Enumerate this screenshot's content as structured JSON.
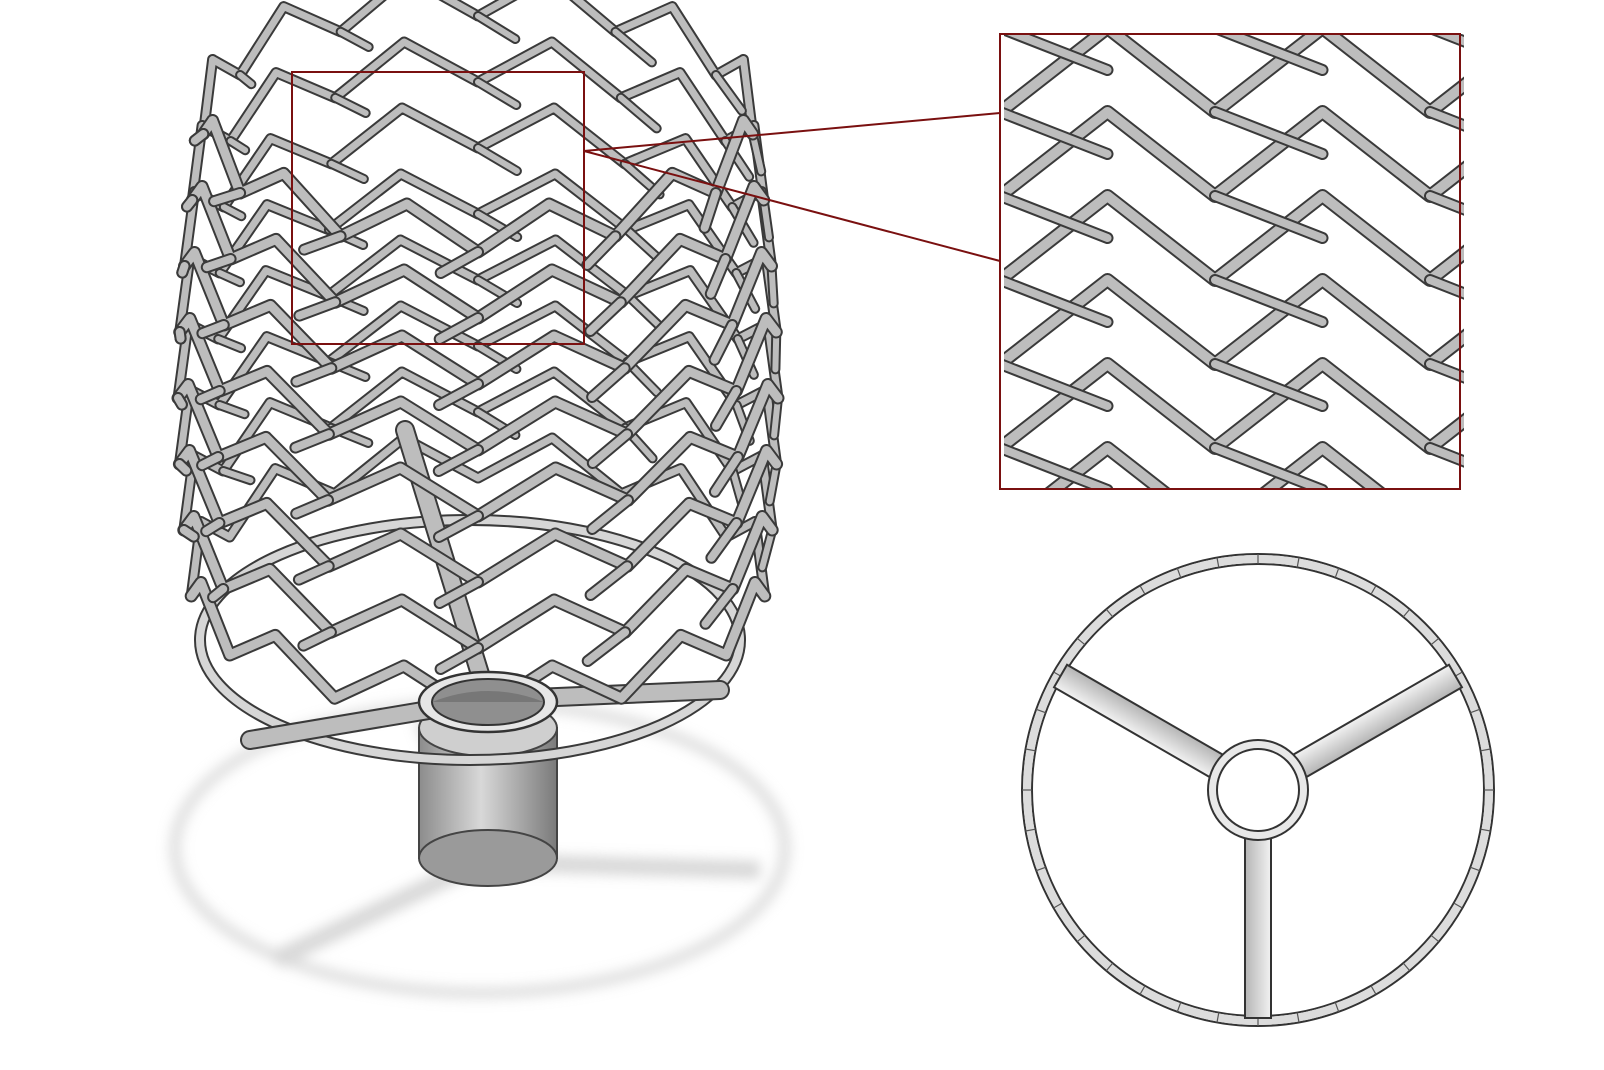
{
  "figure": {
    "views": [
      {
        "id": "isometric-view",
        "description_label": ""
      },
      {
        "id": "detail-view",
        "description_label": ""
      },
      {
        "id": "top-view",
        "description_label": ""
      }
    ],
    "colors": {
      "background": "#ffffff",
      "strut_fill": "#bdbdbd",
      "strut_edge": "#3a3a3a",
      "callout": "#7a1010",
      "shadow": "#cfcfcf"
    },
    "lattice": {
      "rows": 8,
      "zigzag_peaks_per_turn": 6,
      "spokes": 3
    }
  }
}
